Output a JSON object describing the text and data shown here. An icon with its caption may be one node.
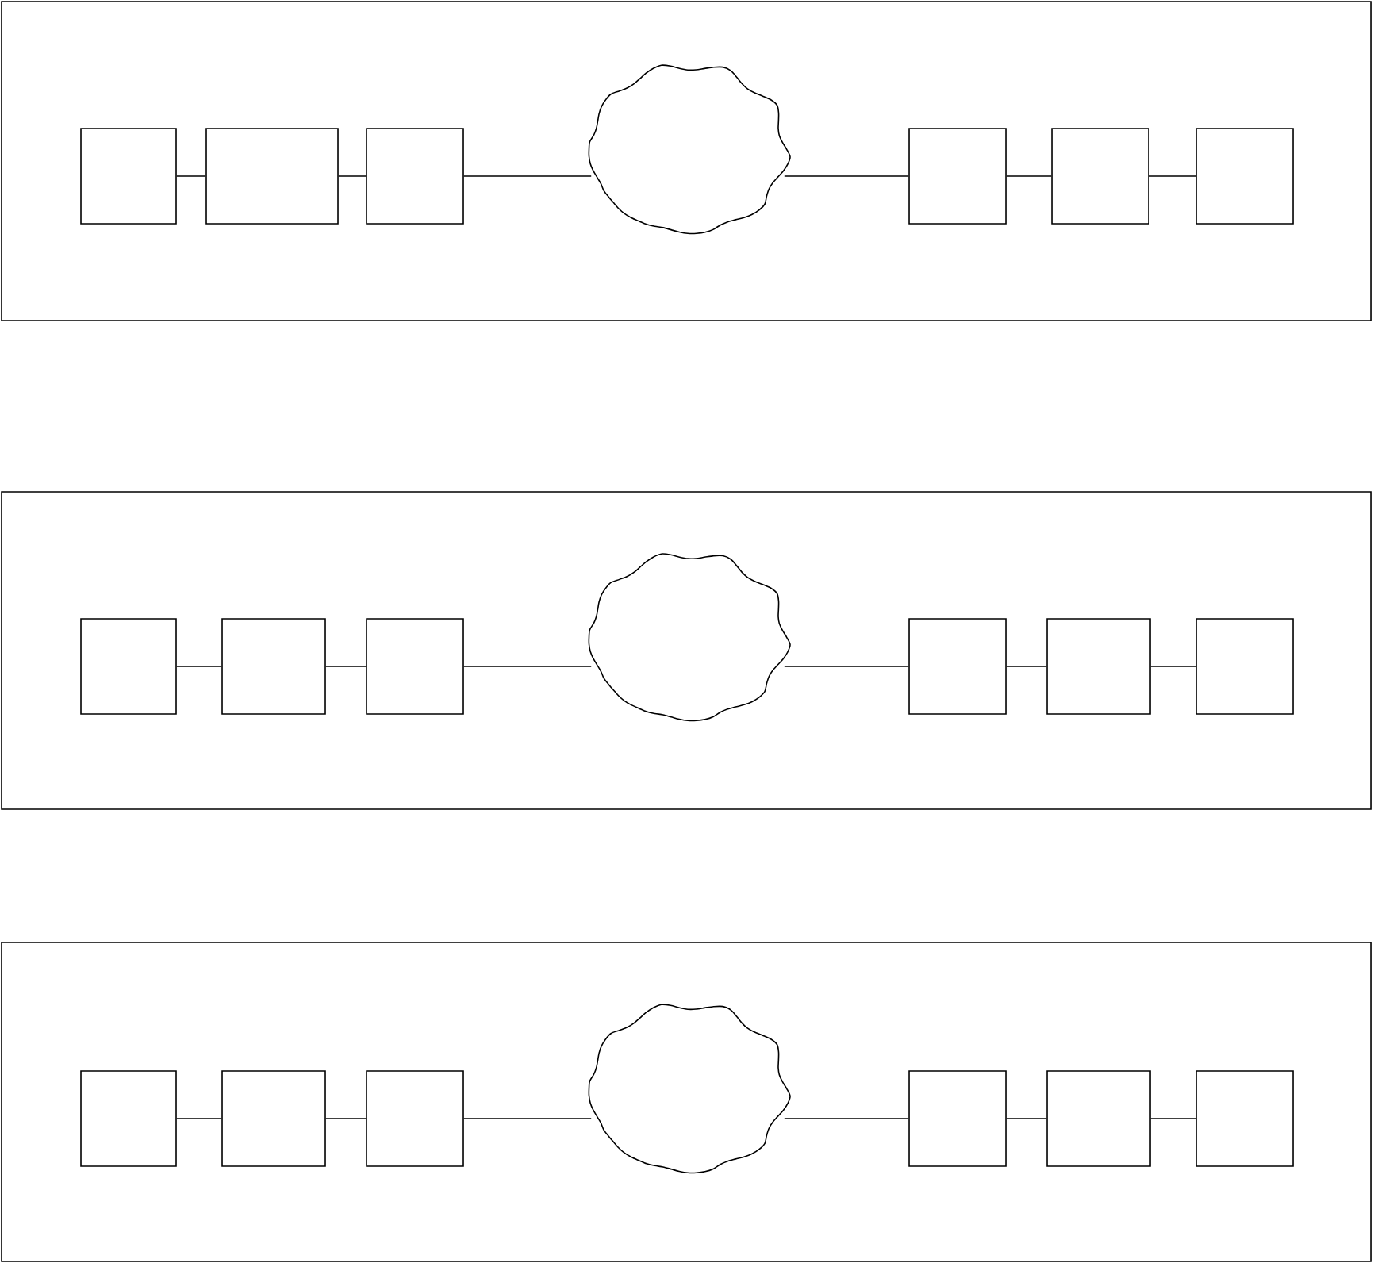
{
  "diagram": {
    "nodes": [
      {
        "text": [],
        "shape": "box"
      },
      {
        "text": [],
        "shape": "box",
        "in": 0
      },
      {
        "text": [],
        "shape": "box",
        "in": 0
      },
      {
        "text": [],
        "shape": "box",
        "in": 0
      },
      {
        "text": [],
        "shape": "cloud",
        "in": 0
      },
      {
        "text": [],
        "shape": "box",
        "in": 0
      },
      {
        "text": [],
        "shape": "box",
        "in": 0
      },
      {
        "text": [],
        "shape": "box",
        "in": 0
      },
      {
        "text": [],
        "shape": "box"
      },
      {
        "text": [],
        "shape": "box",
        "in": 8
      },
      {
        "text": [],
        "shape": "box",
        "in": 8
      },
      {
        "text": [],
        "shape": "box",
        "in": 8
      },
      {
        "text": [],
        "shape": "cloud",
        "in": 8
      },
      {
        "text": [],
        "shape": "box",
        "in": 8
      },
      {
        "text": [],
        "shape": "box",
        "in": 8
      },
      {
        "text": [],
        "shape": "box",
        "in": 8
      },
      {
        "text": [],
        "shape": "box"
      },
      {
        "text": [],
        "shape": "box",
        "in": 16
      },
      {
        "text": [],
        "shape": "box",
        "in": 16
      },
      {
        "text": [],
        "shape": "box",
        "in": 16
      },
      {
        "text": [],
        "shape": "cloud",
        "in": 16
      },
      {
        "text": [],
        "shape": "box",
        "in": 16
      },
      {
        "text": [],
        "shape": "box",
        "in": 16
      },
      {
        "text": [],
        "shape": "box",
        "in": 16
      }
    ],
    "edges": [
      {
        "from": 1,
        "to": 2,
        "arrow": "none"
      },
      {
        "from": 2,
        "to": 3,
        "arrow": "none"
      },
      {
        "from": 3,
        "to": 4,
        "arrow": "none"
      },
      {
        "from": 4,
        "to": 5,
        "arrow": "none"
      },
      {
        "from": 5,
        "to": 6,
        "arrow": "none"
      },
      {
        "from": 6,
        "to": 7,
        "arrow": "none"
      },
      {
        "from": 9,
        "to": 10,
        "arrow": "none"
      },
      {
        "from": 10,
        "to": 11,
        "arrow": "none"
      },
      {
        "from": 11,
        "to": 12,
        "arrow": "none"
      },
      {
        "from": 12,
        "to": 13,
        "arrow": "none"
      },
      {
        "from": 13,
        "to": 14,
        "arrow": "none"
      },
      {
        "from": 14,
        "to": 15,
        "arrow": "none"
      },
      {
        "from": 17,
        "to": 18,
        "arrow": "none"
      },
      {
        "from": 18,
        "to": 19,
        "arrow": "none"
      },
      {
        "from": 19,
        "to": 20,
        "arrow": "none"
      },
      {
        "from": 20,
        "to": 21,
        "arrow": "none"
      },
      {
        "from": 21,
        "to": 22,
        "arrow": "none"
      },
      {
        "from": 22,
        "to": 23,
        "arrow": "none"
      }
    ]
  }
}
